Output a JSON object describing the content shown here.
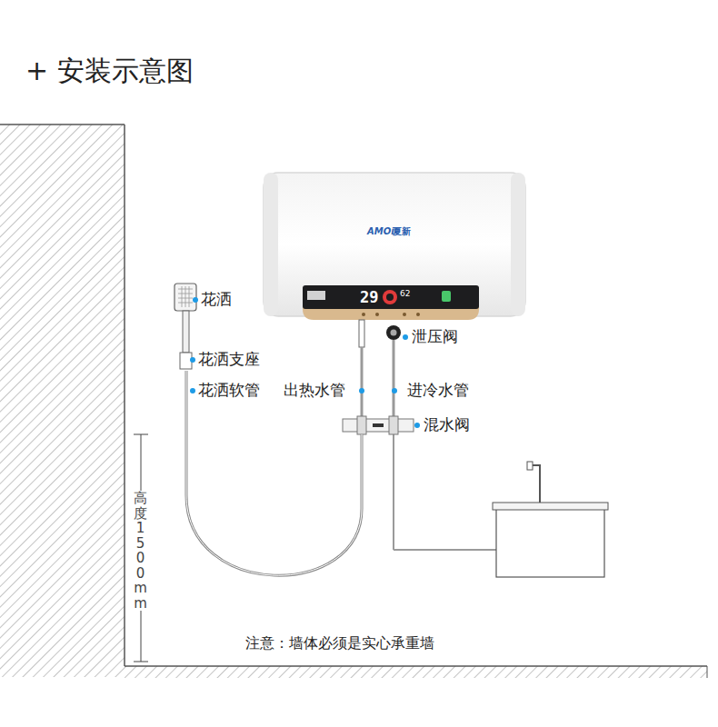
{
  "diagram": {
    "title": "+ 安装示意图",
    "labels": [
      "花洒",
      "花洒支座",
      "花洒软管",
      "出热水管",
      "进冷水管",
      "泄压阀",
      "混水阀",
      "高度1500mm",
      "注意：墙体必须是实心承重墙",
      "AMOi",
      "夏新",
      "29",
      "62"
    ]
  }
}
